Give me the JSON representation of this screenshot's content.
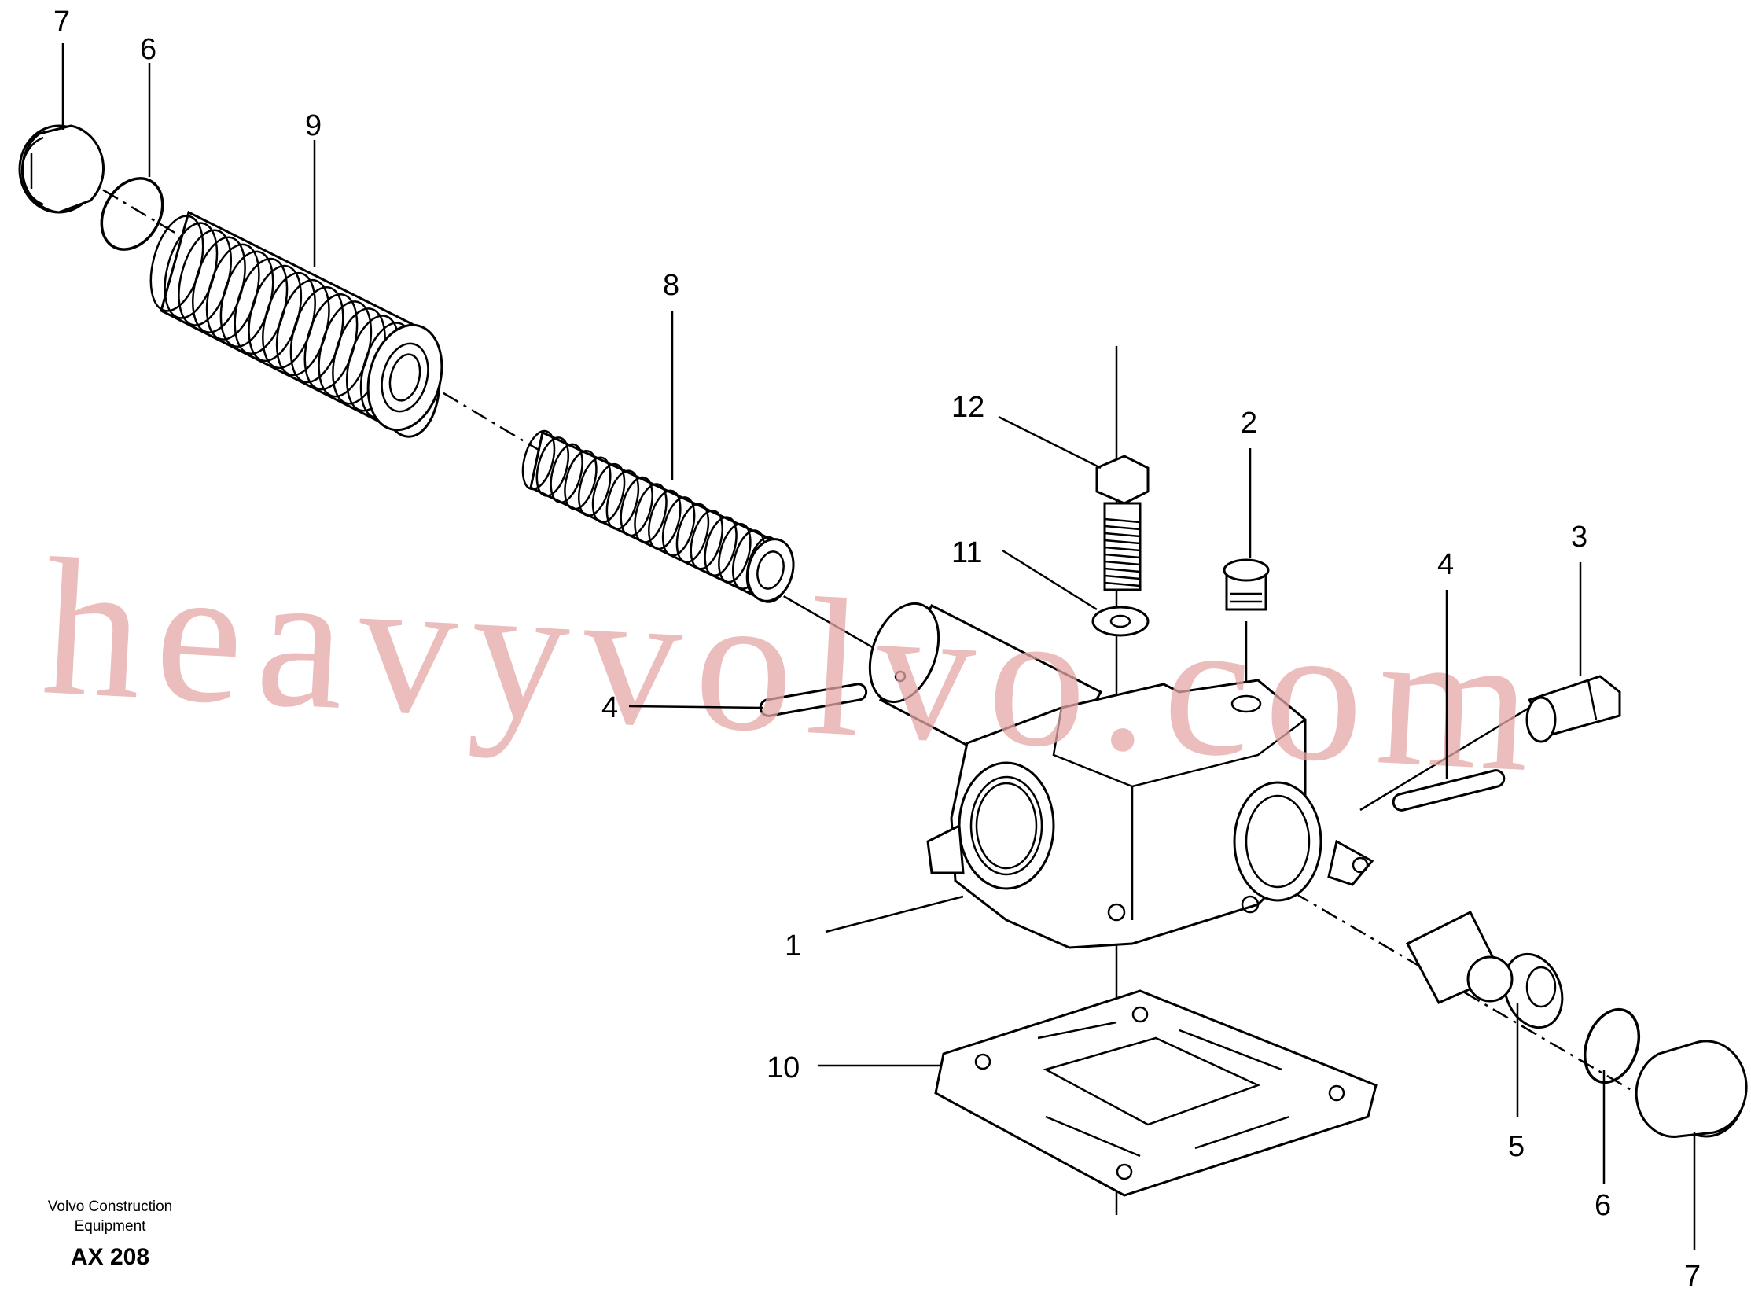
{
  "callouts": {
    "c7_top": "7",
    "c6_top": "6",
    "c9": "9",
    "c8": "8",
    "c12": "12",
    "c2": "2",
    "c11": "11",
    "c4_left": "4",
    "c4_right": "4",
    "c3": "3",
    "c1": "1",
    "c10": "10",
    "c5": "5",
    "c6_bottom": "6",
    "c7_bottom": "7"
  },
  "watermark": "heavyvolvo.com",
  "footer": {
    "company_line1": "Volvo Construction",
    "company_line2": "Equipment",
    "code": "AX 208"
  },
  "colors": {
    "line": "#000000",
    "watermark": "#e6a7a7",
    "background": "#ffffff"
  }
}
